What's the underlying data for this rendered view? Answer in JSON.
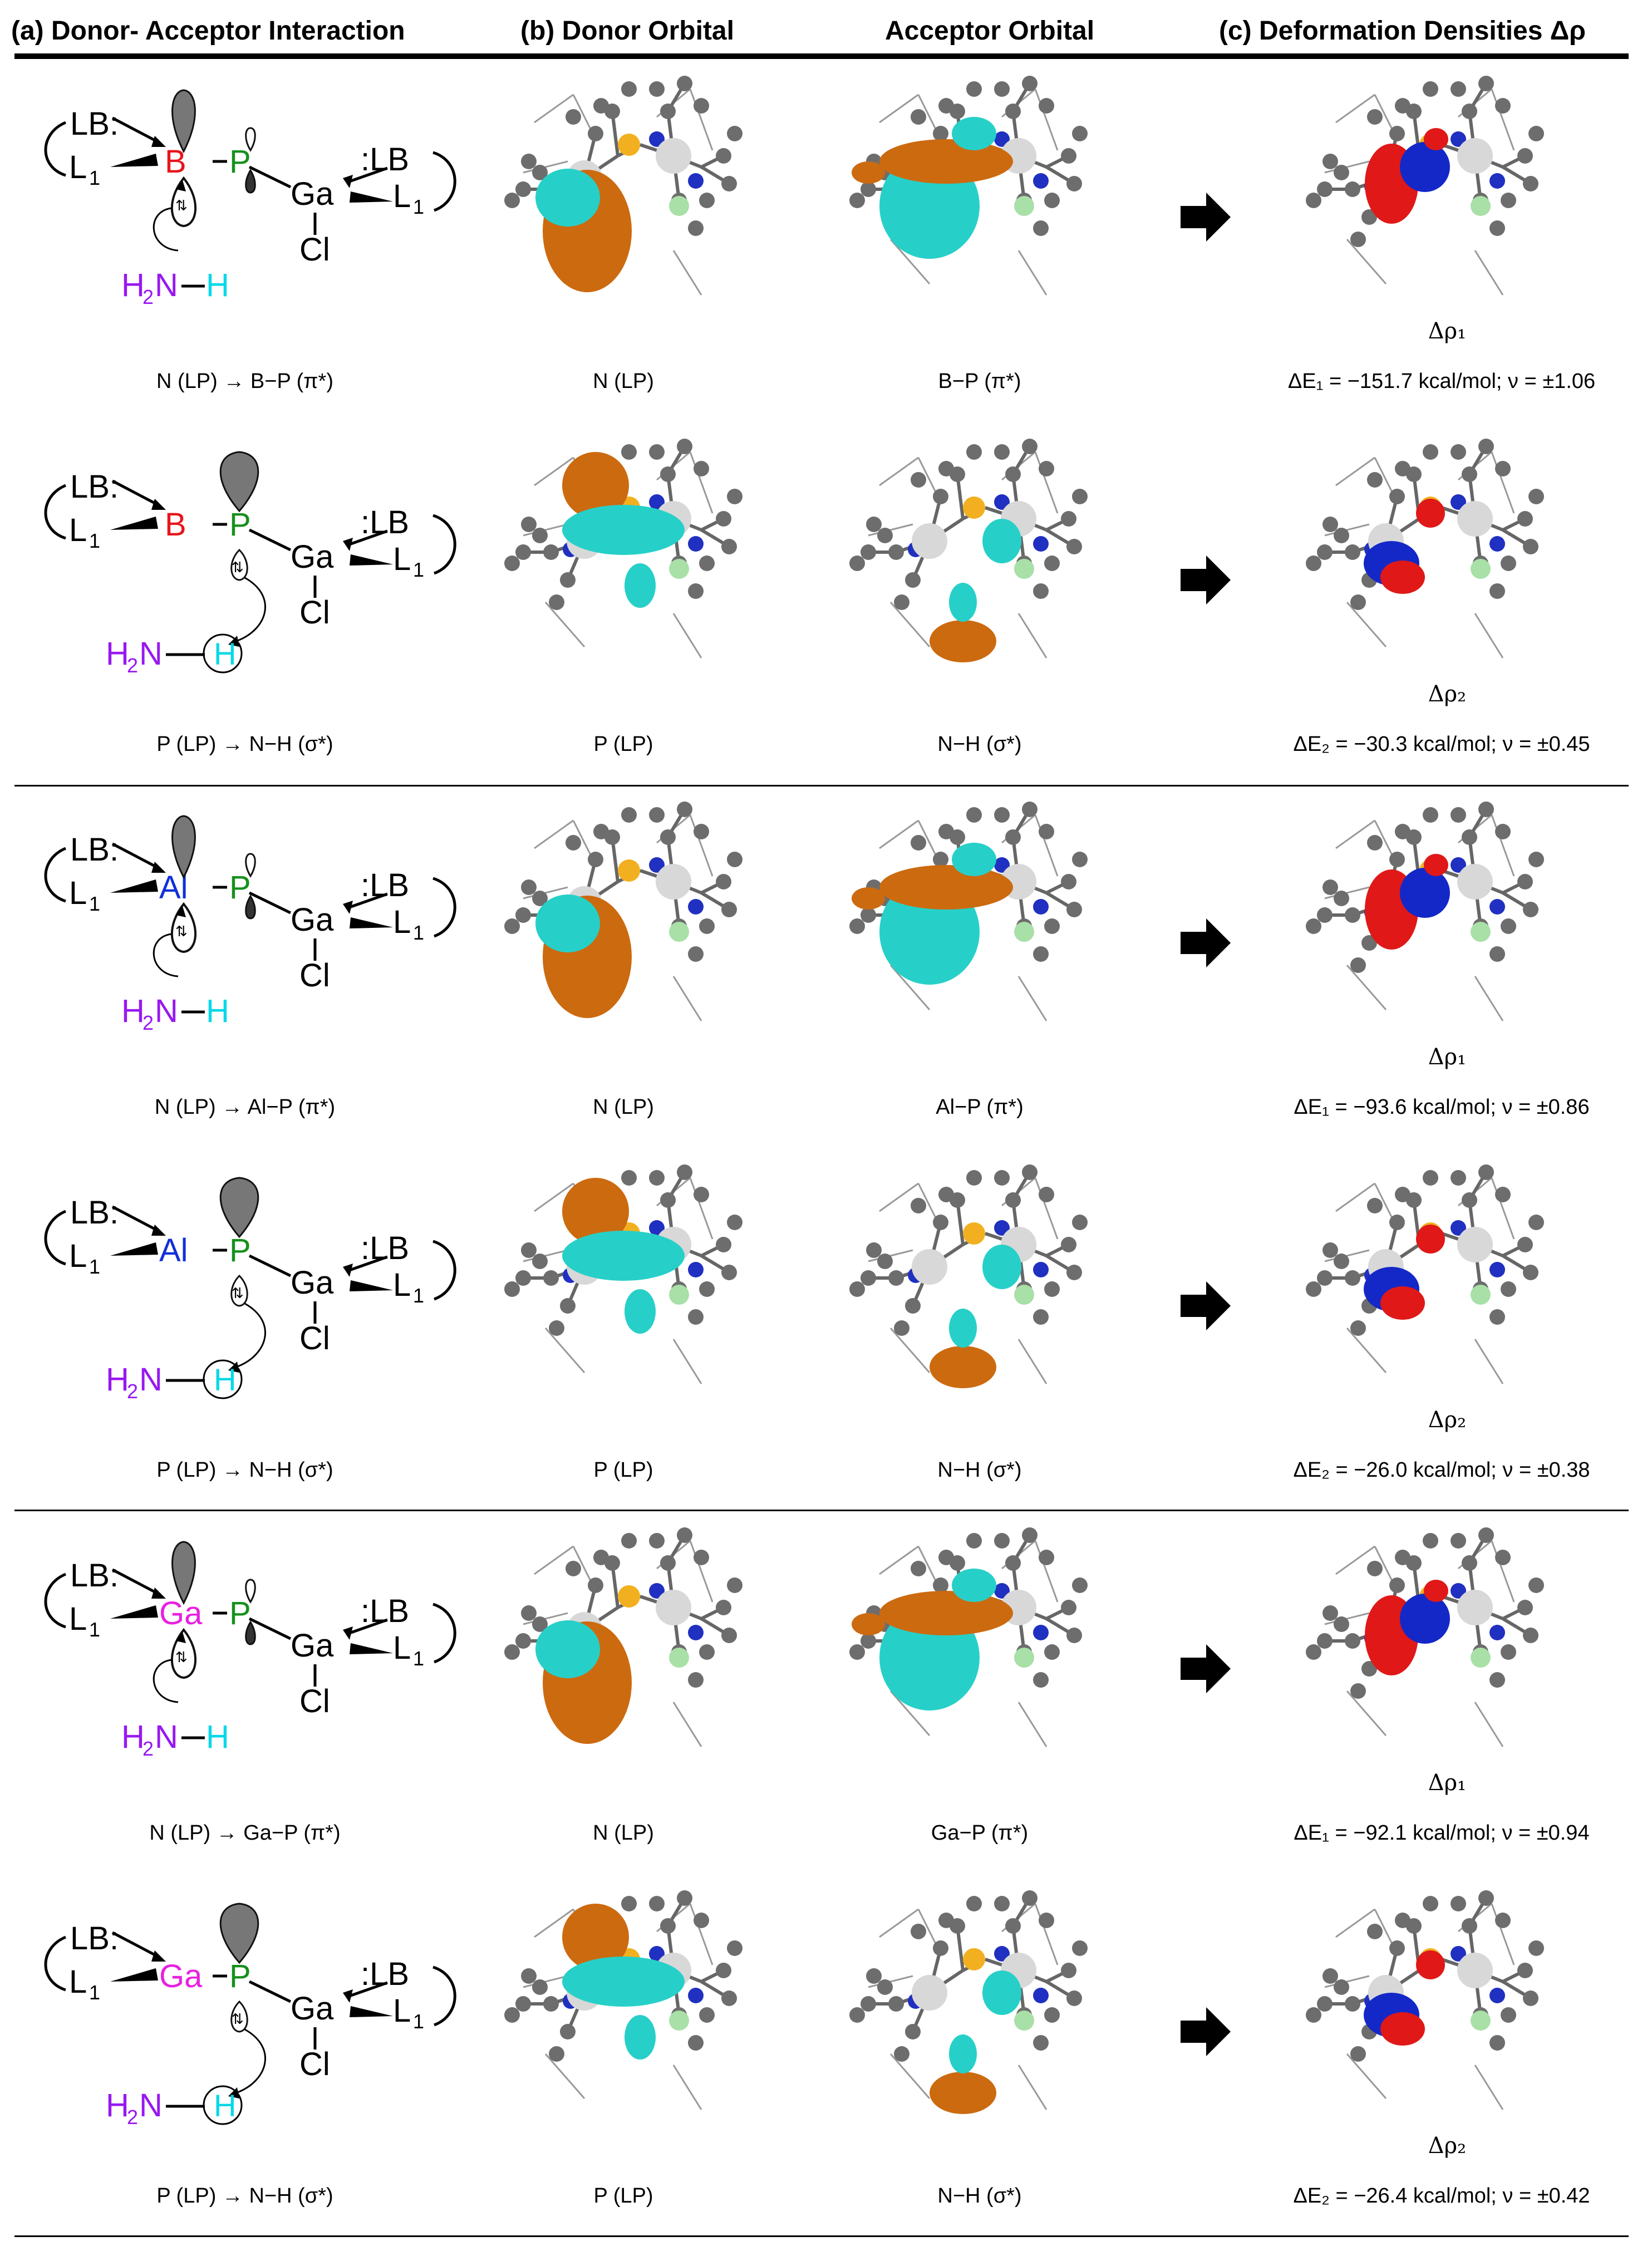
{
  "headers": {
    "a": "(a)  Donor- Acceptor Interaction",
    "b": "(b)  Donor Orbital",
    "acceptor": "Acceptor Orbital",
    "c": "(c)  Deformation Densities Δρ"
  },
  "colors": {
    "B": "#e8141c",
    "P": "#16901c",
    "Al": "#1030d8",
    "Ga_hl": "#e820e0",
    "NH2": "#9818f0",
    "H": "#00d8e8",
    "orange": "#cc6a10",
    "cyan": "#26d0c8",
    "red": "#e01818",
    "blue": "#1428c8"
  },
  "rows": [
    {
      "type": "pi",
      "E": "B",
      "E_color": "#e8141c",
      "caption_a": "N (LP)  →  B−P (π*)",
      "donor": "N (LP)",
      "acceptor": "B−P (π*)",
      "drho": "Δρ₁",
      "energy": "ΔE₁ = −151.7 kcal/mol; ν = ±1.06"
    },
    {
      "type": "sigma",
      "E": "B",
      "E_color": "#e8141c",
      "caption_a": "P (LP)  →  N−H (σ*)",
      "donor": "P (LP)",
      "acceptor": "N−H (σ*)",
      "drho": "Δρ₂",
      "energy": "ΔE₂ = −30.3 kcal/mol; ν = ±0.45"
    },
    {
      "type": "pi",
      "E": "Al",
      "E_color": "#1030d8",
      "caption_a": "N (LP)  →  Al−P (π*)",
      "donor": "N (LP)",
      "acceptor": "Al−P (π*)",
      "drho": "Δρ₁",
      "energy": "ΔE₁ = −93.6 kcal/mol; ν = ±0.86"
    },
    {
      "type": "sigma",
      "E": "Al",
      "E_color": "#1030d8",
      "caption_a": "P (LP)  →  N−H (σ*)",
      "donor": "P (LP)",
      "acceptor": "N−H (σ*)",
      "drho": "Δρ₂",
      "energy": "ΔE₂ = −26.0 kcal/mol; ν = ±0.38"
    },
    {
      "type": "pi",
      "E": "Ga",
      "E_color": "#e820e0",
      "caption_a": "N (LP)  →  Ga−P (π*)",
      "donor": "N (LP)",
      "acceptor": "Ga−P (π*)",
      "drho": "Δρ₁",
      "energy": "ΔE₁ = −92.1 kcal/mol; ν = ±0.94"
    },
    {
      "type": "sigma",
      "E": "Ga",
      "E_color": "#e820e0",
      "caption_a": "P (LP)  →  N−H (σ*)",
      "donor": "P (LP)",
      "acceptor": "N−H (σ*)",
      "drho": "Δρ₂",
      "energy": "ΔE₂ = −26.4 kcal/mol; ν = ±0.42"
    }
  ],
  "scheme": {
    "LB": "LB:",
    "L1": "L",
    "sub1": "1",
    "P": "P",
    "Ga": "Ga",
    "Cl": "Cl",
    "LB_right": ":LB",
    "H2": "H",
    "sub2": "2",
    "N": "N",
    "H": "H"
  }
}
